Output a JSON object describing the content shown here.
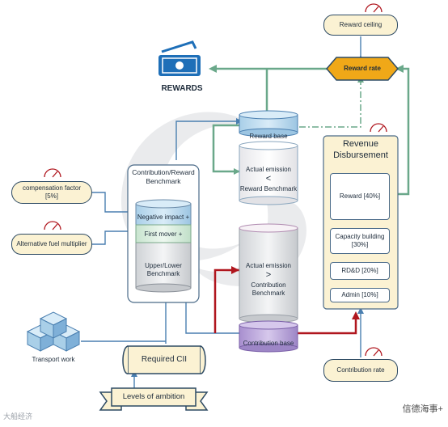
{
  "rewards": {
    "label": "REWARDS",
    "icon": "money-icon"
  },
  "reward_ceiling": {
    "label": "Reward ceiling"
  },
  "reward_rate": {
    "label": "Reward rate"
  },
  "reward_base": {
    "label": "Reward base"
  },
  "reward_compare": {
    "line1": "Actual emission",
    "symbol": "<",
    "line2": "Reward Benchmark"
  },
  "revenue": {
    "title_line1": "Revenue",
    "title_line2": "Disbursement",
    "items": [
      {
        "label": "Reward [40%]"
      },
      {
        "label": "Capacity building [30%]"
      },
      {
        "label": "RD&D [20%]"
      },
      {
        "label": "Admin [10%]"
      }
    ]
  },
  "benchmark": {
    "title_line1": "Contribution/Reward",
    "title_line2": "Benchmark",
    "layers": [
      {
        "label": "Negative impact +"
      },
      {
        "label": "First mover +"
      },
      {
        "label": "Upper/Lower Benchmark"
      }
    ]
  },
  "compensation": {
    "line1": "compensation factor",
    "line2": "[5%]"
  },
  "fuel": {
    "label": "Alternative fuel multiplier"
  },
  "contribution_compare": {
    "line1": "Actual emission",
    "symbol": ">",
    "line2": "Contribution Benchmark"
  },
  "contribution_base": {
    "label": "Contribution base"
  },
  "contribution_rate": {
    "label": "Contribution rate"
  },
  "transport": {
    "label": "Transport work"
  },
  "required_cii": {
    "label": "Required CII"
  },
  "ambition": {
    "label": "Levels of ambition"
  },
  "watermark_left": "大船经济",
  "watermark_right": "信德海事+",
  "colors": {
    "green": "#6aa88a",
    "red": "#b0161e",
    "blue": "#4a7fb0",
    "orange": "#f0a818",
    "cream": "#fbf2d3"
  }
}
